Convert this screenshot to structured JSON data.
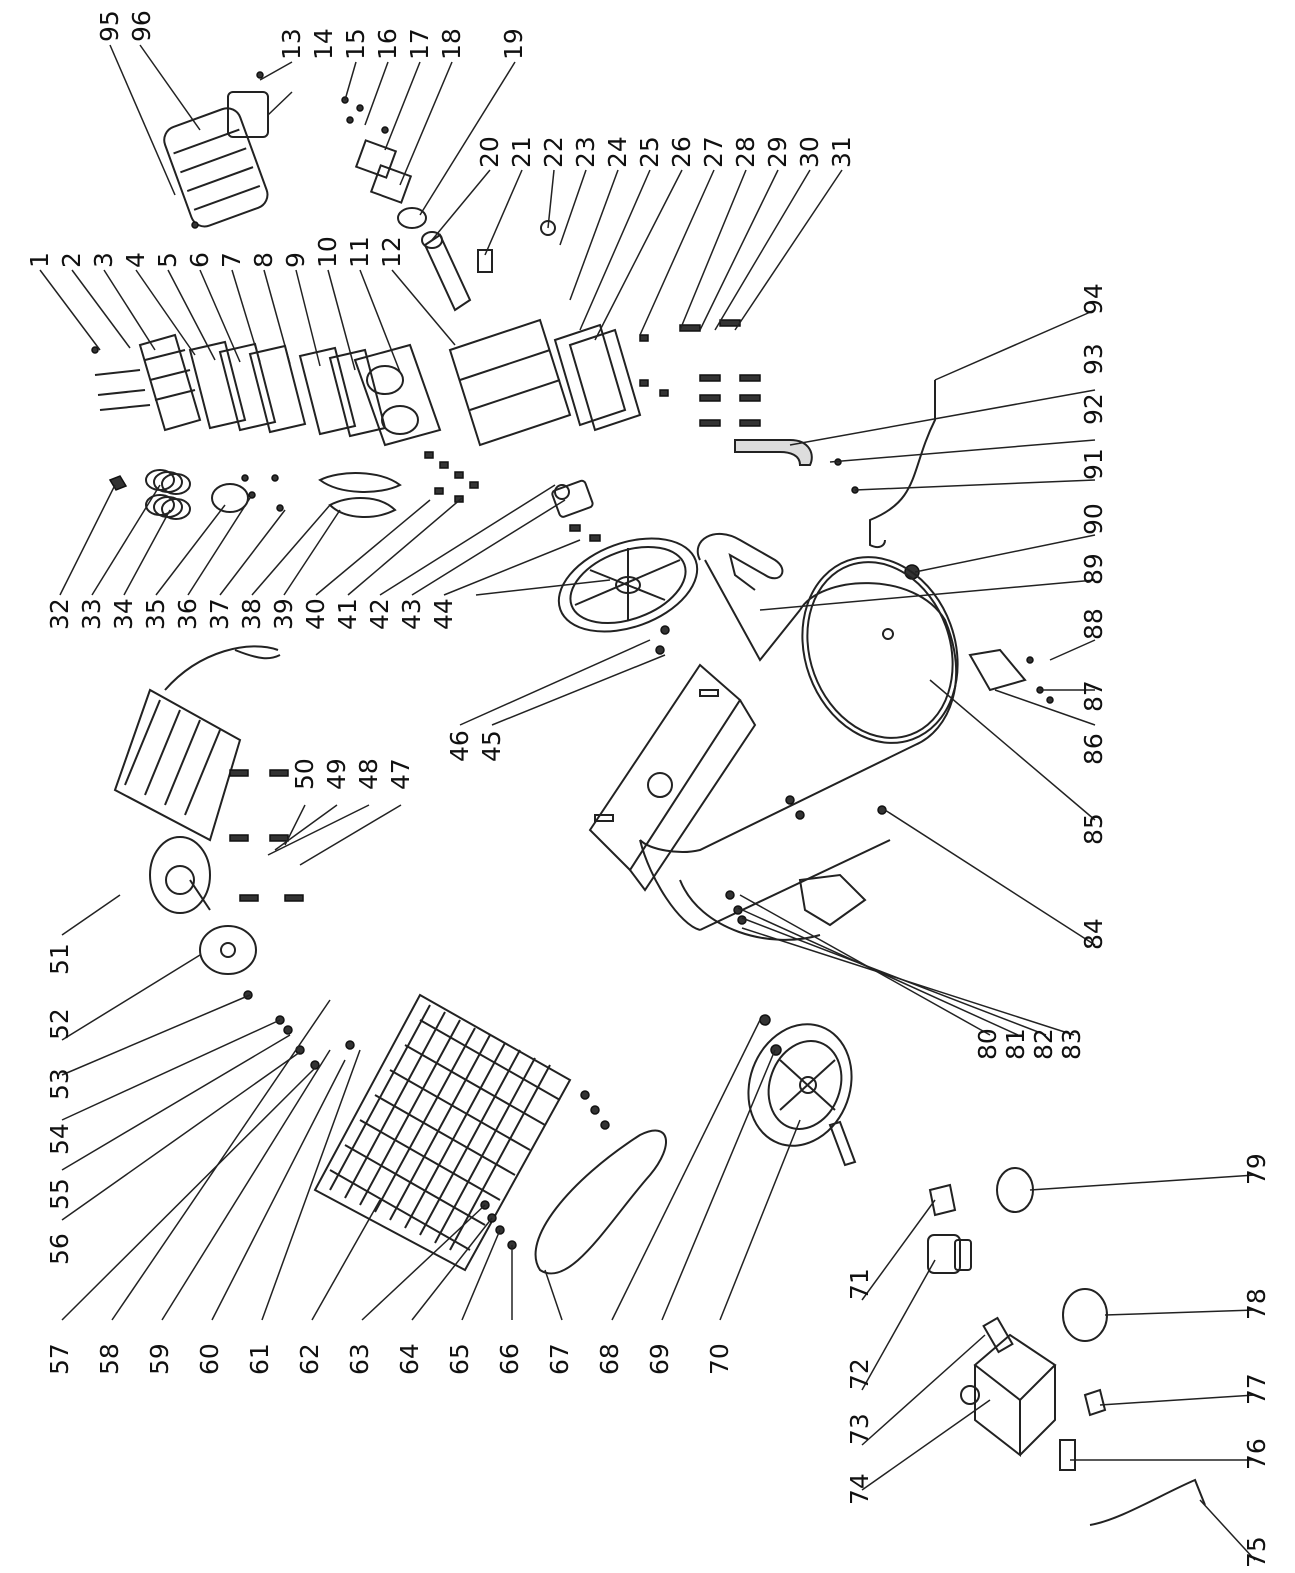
{
  "labels": {
    "l1": "1",
    "l2": "2",
    "l3": "3",
    "l4": "4",
    "l5": "5",
    "l6": "6",
    "l7": "7",
    "l8": "8",
    "l9": "9",
    "l10": "10",
    "l11": "11",
    "l12": "12",
    "l13": "13",
    "l14": "14",
    "l15": "15",
    "l16": "16",
    "l17": "17",
    "l18": "18",
    "l19": "19",
    "l20": "20",
    "l21": "21",
    "l22": "22",
    "l23": "23",
    "l24": "24",
    "l25": "25",
    "l26": "26",
    "l27": "27",
    "l28": "28",
    "l29": "29",
    "l30": "30",
    "l31": "31",
    "l32": "32",
    "l33": "33",
    "l34": "34",
    "l35": "35",
    "l36": "36",
    "l37": "37",
    "l38": "38",
    "l39": "39",
    "l40": "40",
    "l41": "41",
    "l42": "42",
    "l43": "43",
    "l44": "44",
    "l45": "45",
    "l46": "46",
    "l47": "47",
    "l48": "48",
    "l49": "49",
    "l50": "50",
    "l51": "51",
    "l52": "52",
    "l53": "53",
    "l54": "54",
    "l55": "55",
    "l56": "56",
    "l57": "57",
    "l58": "58",
    "l59": "59",
    "l60": "60",
    "l61": "61",
    "l62": "62",
    "l63": "63",
    "l64": "64",
    "l65": "65",
    "l66": "66",
    "l67": "67",
    "l68": "68",
    "l69": "69",
    "l70": "70",
    "l71": "71",
    "l72": "72",
    "l73": "73",
    "l74": "74",
    "l75": "75",
    "l76": "76",
    "l77": "77",
    "l78": "78",
    "l79": "79",
    "l80": "80",
    "l81": "81",
    "l82": "82",
    "l83": "83",
    "l84": "84",
    "l85": "85",
    "l86": "86",
    "l87": "87",
    "l88": "88",
    "l89": "89",
    "l90": "90",
    "l91": "91",
    "l92": "92",
    "l93": "93",
    "l94": "94",
    "l95": "95",
    "l96": "96"
  }
}
